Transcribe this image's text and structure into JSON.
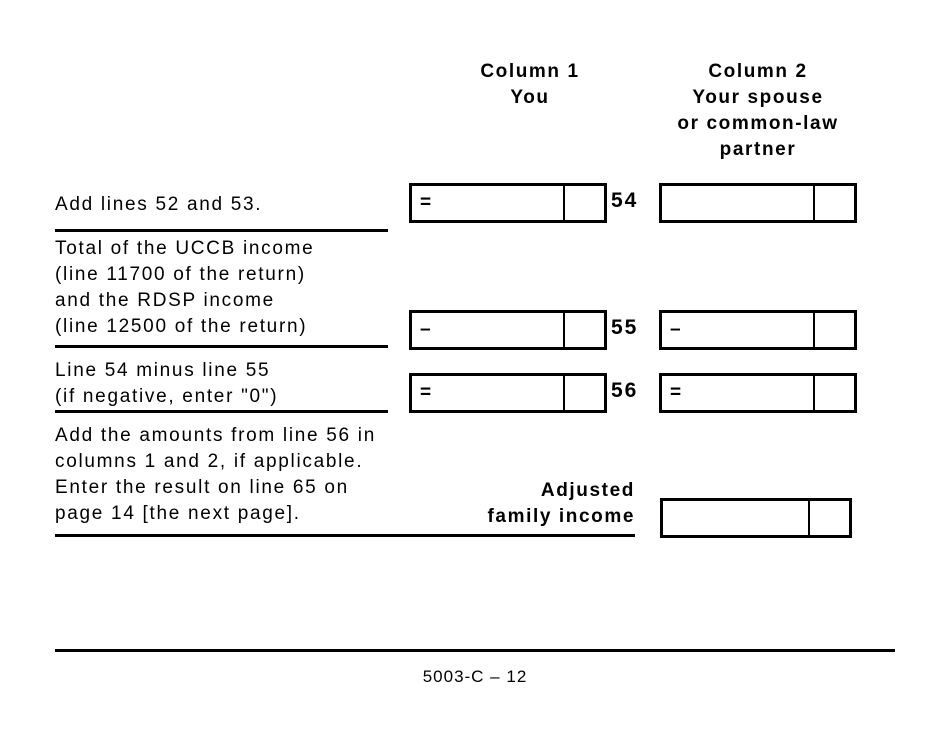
{
  "headers": {
    "column1": [
      "Column 1",
      "You"
    ],
    "column2": [
      "Column 2",
      "Your spouse",
      "or common-law",
      "partner"
    ]
  },
  "row54": {
    "label": [
      "Add lines 52 and 53."
    ],
    "line_number": "54",
    "col1": {
      "operator": "=",
      "amount": "",
      "cents": ""
    },
    "col2": {
      "operator": "",
      "amount": "",
      "cents": ""
    }
  },
  "row55": {
    "label": [
      "Total of the UCCB income",
      "(line 11700 of the return)",
      "and the RDSP income",
      "(line 12500 of the return)"
    ],
    "line_number": "55",
    "col1": {
      "operator": "–",
      "amount": "",
      "cents": ""
    },
    "col2": {
      "operator": "–",
      "amount": "",
      "cents": ""
    }
  },
  "row56": {
    "label": [
      "Line 54 minus line 55",
      "(if negative, enter \"0\")"
    ],
    "line_number": "56",
    "col1": {
      "operator": "=",
      "amount": "",
      "cents": ""
    },
    "col2": {
      "operator": "=",
      "amount": "",
      "cents": ""
    }
  },
  "result_row": {
    "label": [
      "Add the amounts from line 56 in",
      "columns 1 and 2, if applicable.",
      "Enter the result on line 65 on",
      "page 14 [the next page]."
    ],
    "result_label": [
      "Adjusted",
      "family income"
    ],
    "box": {
      "operator": "",
      "amount": "",
      "cents": ""
    }
  },
  "footer": {
    "form_code": "5003-C – 12"
  },
  "colors": {
    "ink": "#000000",
    "background": "#ffffff"
  }
}
